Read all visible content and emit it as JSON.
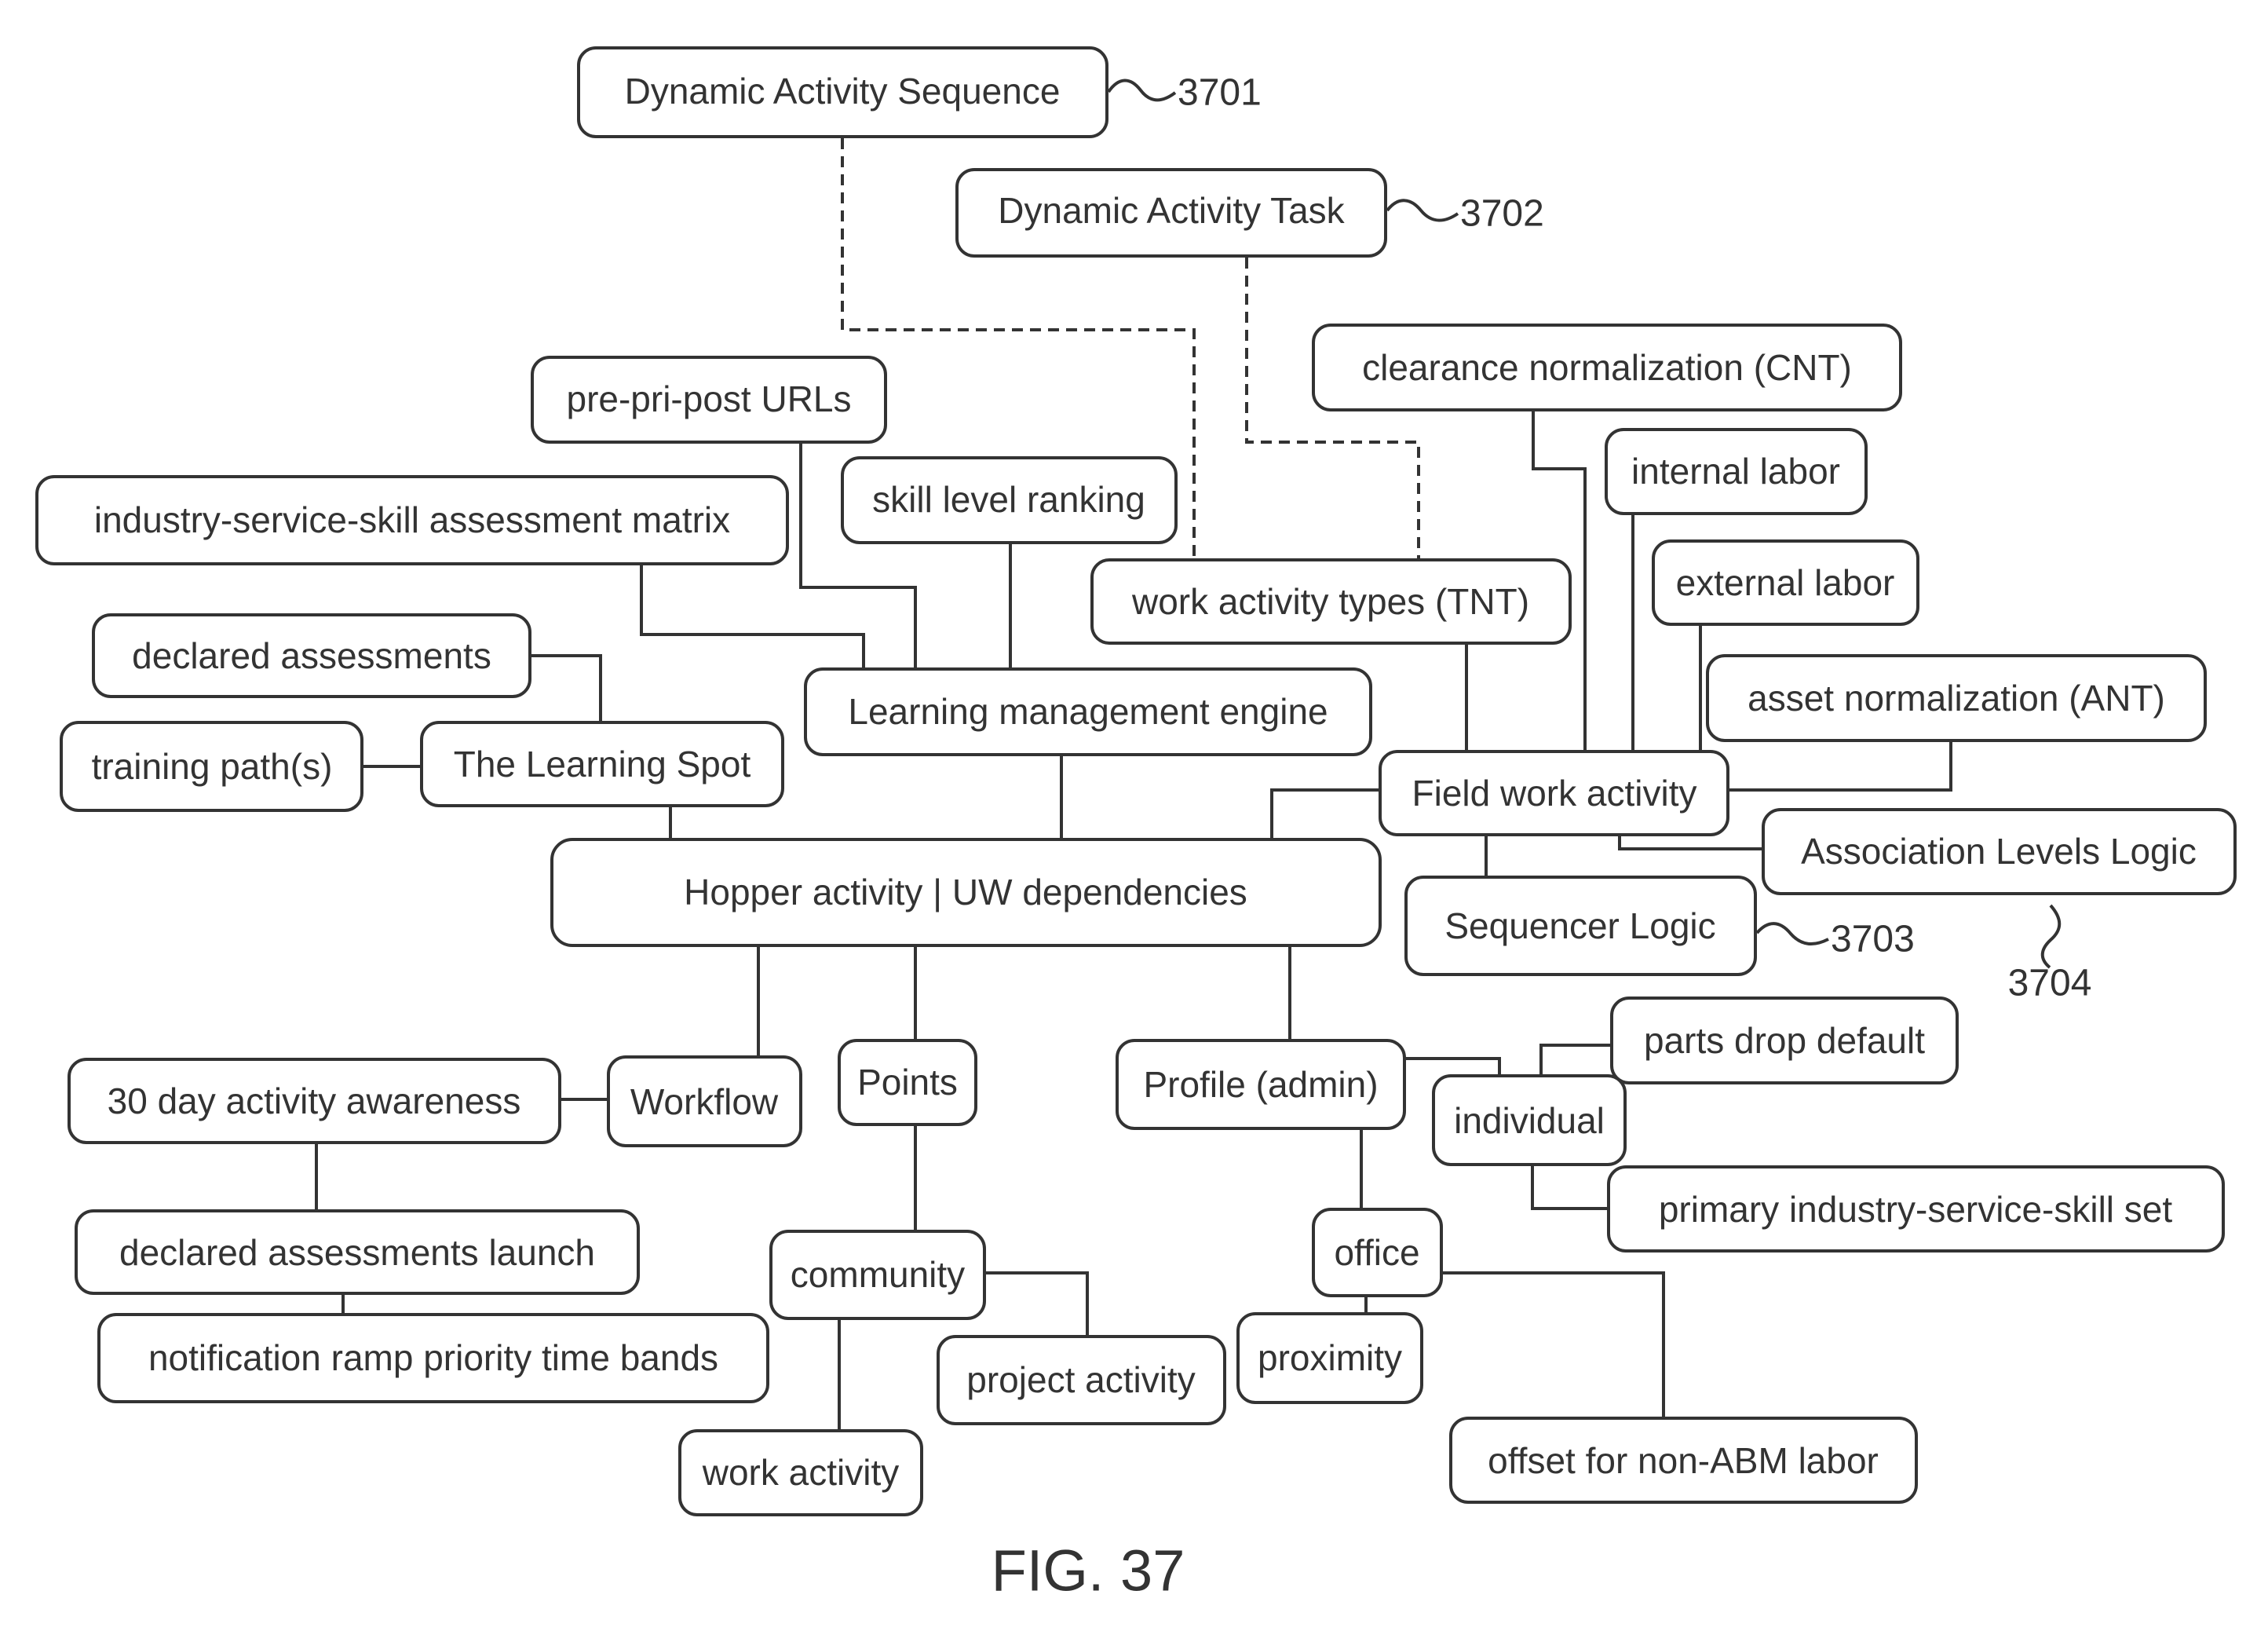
{
  "diagram": {
    "nodes": {
      "dynamic_activity_sequence": "Dynamic Activity Sequence",
      "dynamic_activity_task": "Dynamic Activity Task",
      "clearance_normalization": "clearance normalization (CNT)",
      "pre_pri_post_urls": "pre-pri-post URLs",
      "internal_labor": "internal labor",
      "skill_level_ranking": "skill level ranking",
      "industry_service_skill_matrix": "industry-service-skill assessment matrix",
      "work_activity_types": "work activity types (TNT)",
      "external_labor": "external labor",
      "declared_assessments": "declared assessments",
      "learning_management_engine": "Learning management engine",
      "asset_normalization": "asset normalization (ANT)",
      "training_paths": "training path(s)",
      "learning_spot": "The Learning Spot",
      "field_work_activity": "Field work activity",
      "association_levels_logic": "Association Levels Logic",
      "hopper_activity": "Hopper activity | UW dependencies",
      "sequencer_logic": "Sequencer Logic",
      "parts_drop_default": "parts drop default",
      "thirty_day_awareness": "30 day activity awareness",
      "workflow": "Workflow",
      "points": "Points",
      "profile_admin": "Profile (admin)",
      "individual": "individual",
      "primary_skill_set": "primary industry-service-skill set",
      "declared_assessments_launch": "declared assessments launch",
      "community": "community",
      "office": "office",
      "notification_ramp": "notification ramp priority time bands",
      "project_activity": "project activity",
      "proximity": "proximity",
      "work_activity": "work activity",
      "offset_non_abm": "offset for non-ABM labor"
    },
    "reference_numerals": {
      "r3701": "3701",
      "r3702": "3702",
      "r3703": "3703",
      "r3704": "3704"
    },
    "caption": "FIG. 37"
  }
}
